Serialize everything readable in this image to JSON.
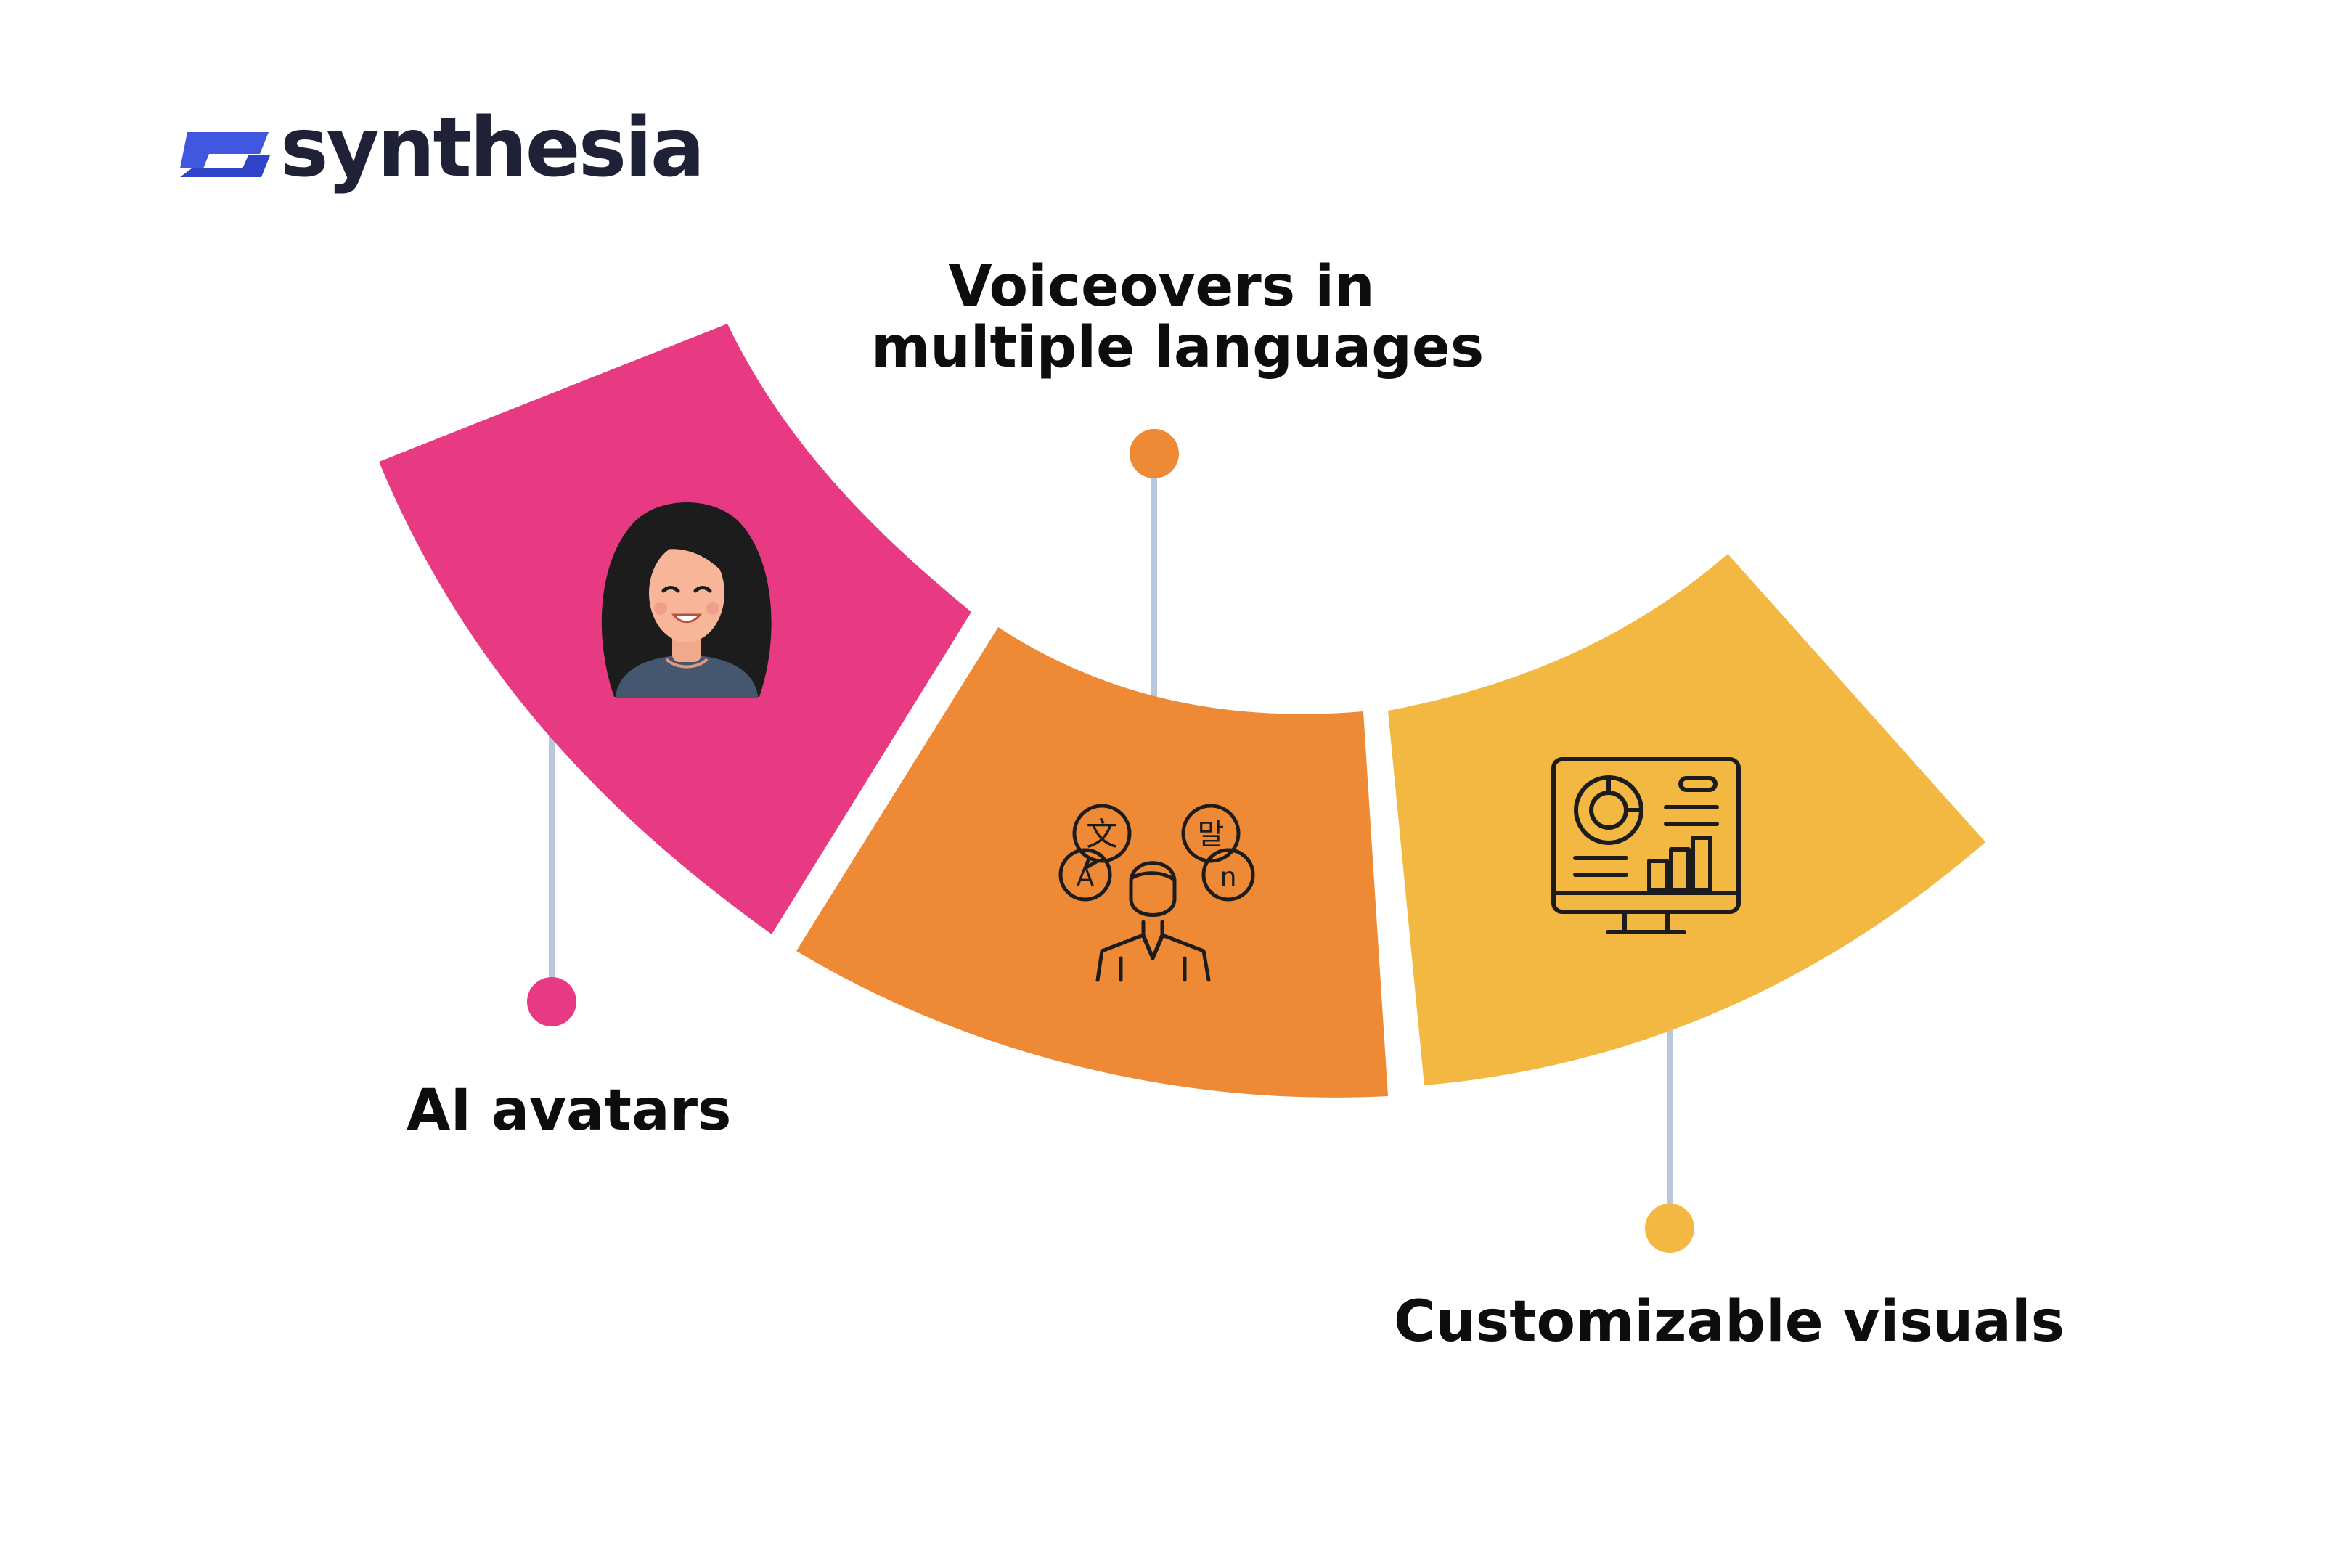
{
  "brand": {
    "name": "synthesia",
    "accent": "#3b4fd8"
  },
  "features": [
    {
      "label": "AI avatars",
      "icon": "woman-avatar-icon",
      "color": "#e83a82"
    },
    {
      "label": "Voiceovers in multiple languages",
      "label_lines": [
        "Voiceovers in",
        "multiple languages"
      ],
      "icon": "translator-person-icon",
      "color": "#ee8936"
    },
    {
      "label": "Customizable visuals",
      "icon": "dashboard-monitor-icon",
      "color": "#f3b842"
    }
  ],
  "connector_color": "#b8c7dd"
}
